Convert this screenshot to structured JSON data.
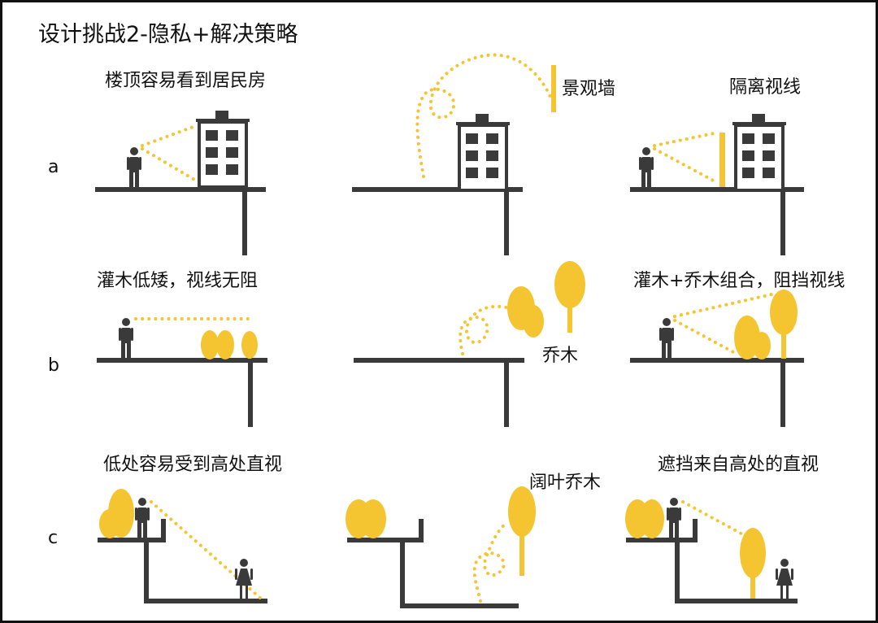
{
  "title": "设计挑战2-隐私+解决策略",
  "rows": [
    {
      "label": "a",
      "left_caption": "楼顶容易看到居民房",
      "middle_caption": "景观墙",
      "right_caption": "隔离视线"
    },
    {
      "label": "b",
      "left_caption": "灌木低矮，视线无阻",
      "middle_caption": "乔木",
      "right_caption": "灌木+乔木组合，阻挡视线"
    },
    {
      "label": "c",
      "left_caption": "低处容易受到高处直视",
      "middle_caption": "阔叶乔木",
      "right_caption": "遮挡来自高处的直视"
    }
  ],
  "colors": {
    "accent": "#F5C431",
    "structure": "#3A3A3A",
    "text": "#111111"
  },
  "icons": [
    "person-icon",
    "woman-icon",
    "building-icon",
    "shrub-icon",
    "tree-icon",
    "landscape-wall-icon",
    "sight-line",
    "movement-path"
  ]
}
